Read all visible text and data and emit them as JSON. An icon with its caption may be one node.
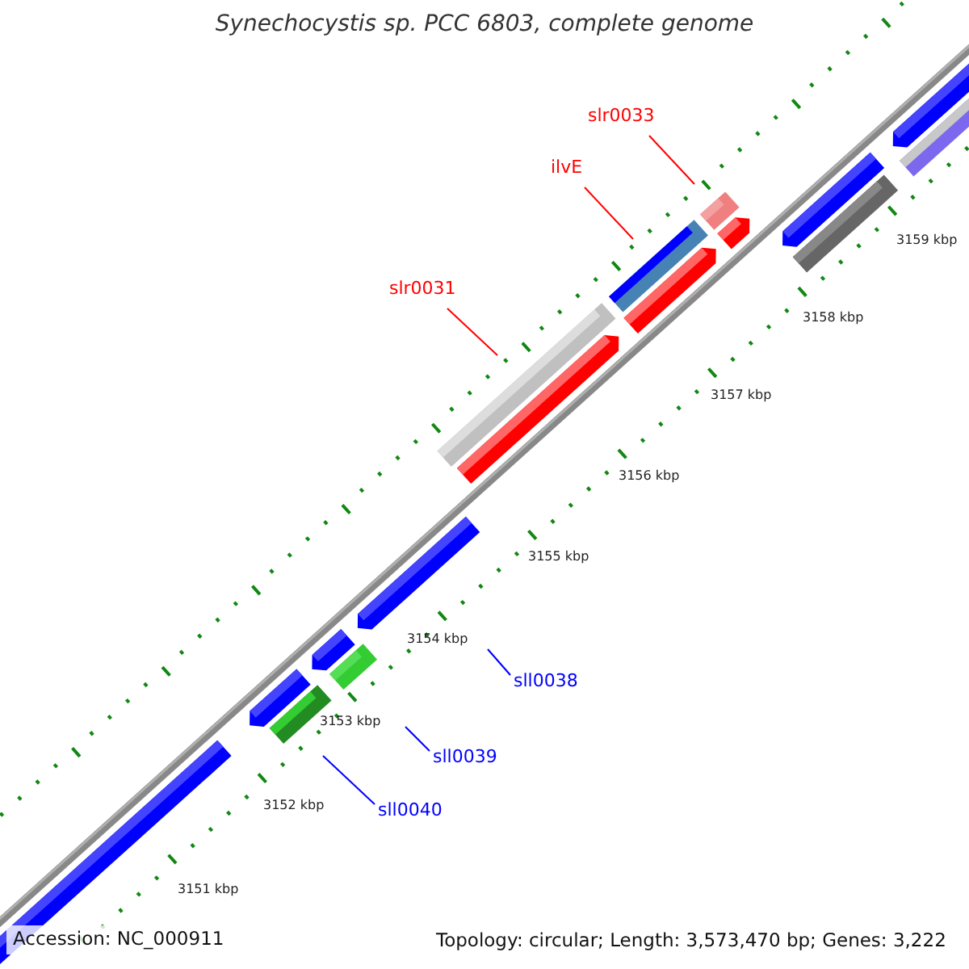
{
  "diagram": {
    "title": "Synechocystis sp. PCC 6803, complete genome",
    "nodes": [
      {
        "text": [
          "slr0033"
        ]
      },
      {
        "text": [
          "ilvE"
        ]
      },
      {
        "text": [
          "slr0031"
        ]
      },
      {
        "text": [
          "sll0038"
        ]
      },
      {
        "text": [
          "sll0039"
        ]
      },
      {
        "text": [
          "sll0040"
        ]
      }
    ],
    "edges": [
      {
        "from": 0,
        "to": null,
        "arrow": "none",
        "color": "#ff0000"
      },
      {
        "from": 1,
        "to": null,
        "arrow": "none",
        "color": "#ff0000"
      },
      {
        "from": 2,
        "to": null,
        "arrow": "none",
        "color": "#ff0000"
      },
      {
        "from": 3,
        "to": null,
        "arrow": "none",
        "color": "#0000ff"
      },
      {
        "from": 4,
        "to": null,
        "arrow": "none",
        "color": "#0000ff"
      },
      {
        "from": 5,
        "to": null,
        "arrow": "none",
        "color": "#0000ff"
      }
    ],
    "labels": [
      "3159 kbp",
      "3158 kbp",
      "3157 kbp",
      "3156 kbp",
      "3155 kbp",
      "3154 kbp",
      "3153 kbp",
      "3152 kbp",
      "3151 kbp",
      "Accession: NC_000911",
      "Topology: circular; Length: 3,573,470 bp; Genes: 3,222"
    ]
  }
}
